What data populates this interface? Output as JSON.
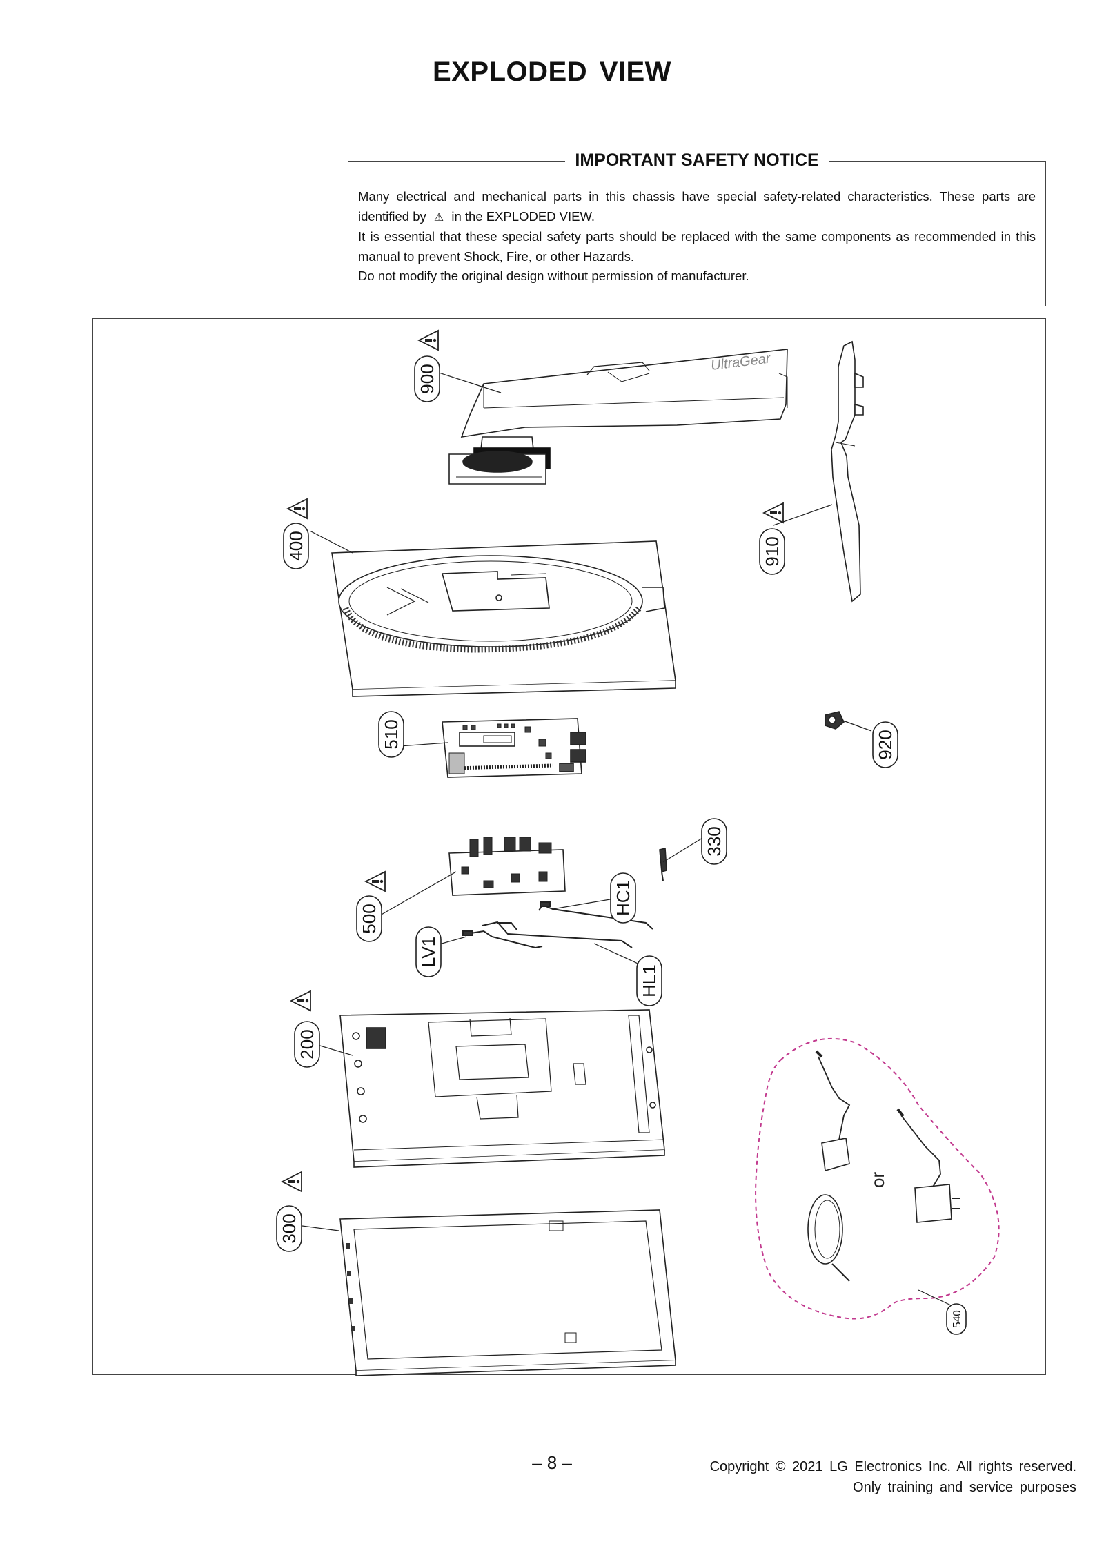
{
  "page": {
    "title": "EXPLODED  VIEW",
    "page_number": "– 8 –",
    "copyright_line1": "Copyright © 2021 LG Electronics Inc. All rights reserved.",
    "copyright_line2": "Only training and service purposes"
  },
  "notice": {
    "title": "IMPORTANT SAFETY NOTICE",
    "line1a": "Many electrical and mechanical parts in this chassis have special safety-related characteristics. These parts are identified by",
    "warning_symbol": "⚠",
    "line1b": "in the EXPLODED VIEW.",
    "line2": "It is essential that these special safety parts should be replaced with the same components as recommended in this manual to prevent Shock, Fire, or other Hazards.",
    "line3": "Do not modify the original design without permission of manufacturer."
  },
  "diagram": {
    "brand_label": "UltraGear",
    "or_label": "or",
    "part_labels": {
      "p900": "900",
      "p910": "910",
      "p400": "400",
      "p510": "510",
      "p920": "920",
      "p330": "330",
      "p500": "500",
      "pHC1": "HC1",
      "pLV1": "LV1",
      "pHL1": "HL1",
      "p200": "200",
      "p300": "300",
      "p540": "540"
    },
    "safety_marked_parts": [
      "900",
      "910",
      "400",
      "500",
      "200",
      "300"
    ]
  }
}
